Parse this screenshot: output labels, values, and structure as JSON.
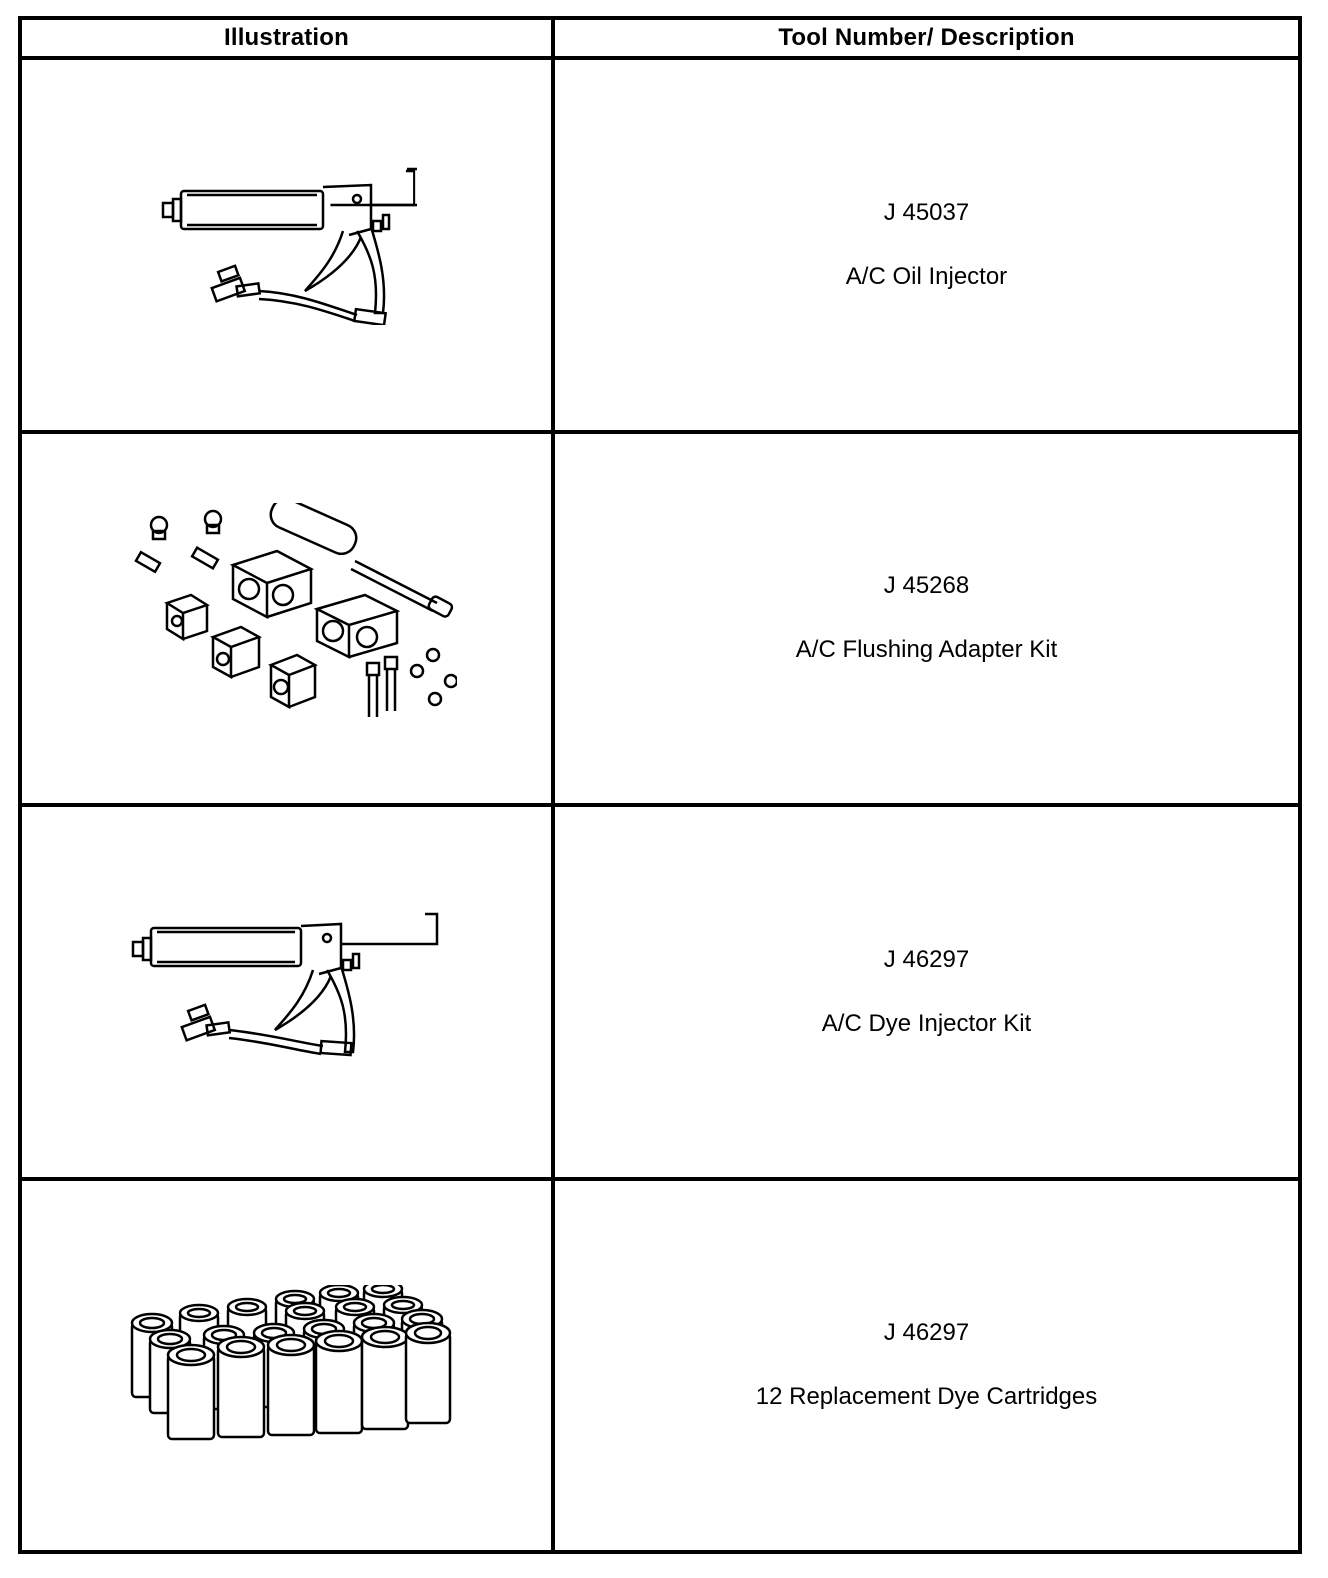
{
  "table": {
    "headers": {
      "illustration": "Illustration",
      "description": "Tool Number/ Description"
    },
    "rows": [
      {
        "tool_number": "J 45037",
        "description": "A/C Oil Injector",
        "illustration_icon": "oil-injector-gun-icon"
      },
      {
        "tool_number": "J 45268",
        "description": "A/C Flushing Adapter Kit",
        "illustration_icon": "flushing-adapter-kit-icon"
      },
      {
        "tool_number": "J 46297",
        "description": "A/C Dye Injector Kit",
        "illustration_icon": "dye-injector-gun-icon"
      },
      {
        "tool_number": "J 46297",
        "description": "12 Replacement Dye Cartridges",
        "illustration_icon": "dye-cartridges-icon"
      }
    ]
  }
}
